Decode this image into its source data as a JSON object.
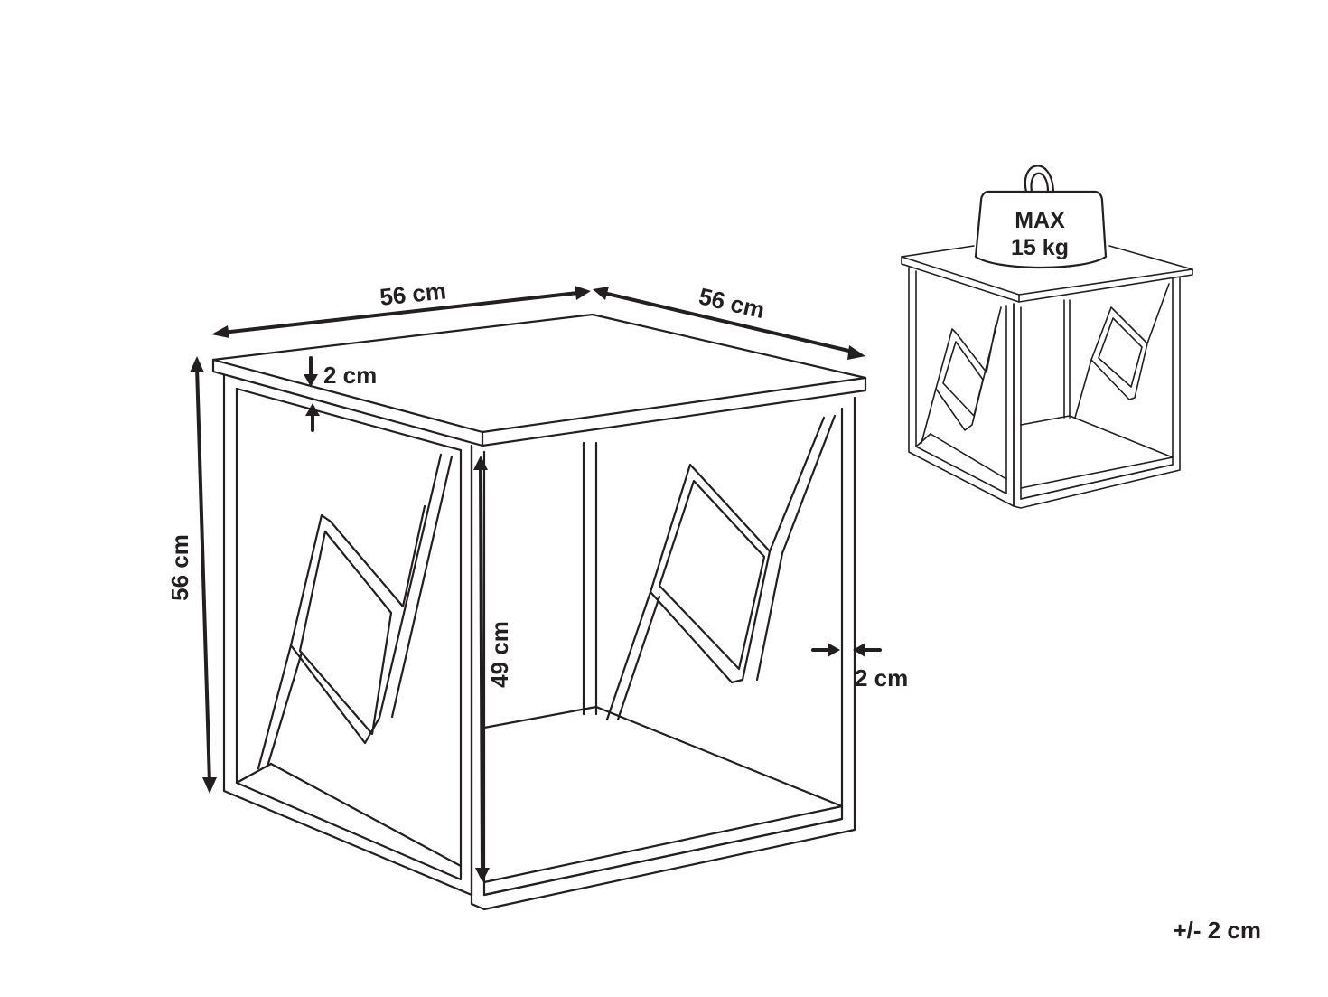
{
  "dimensions": {
    "width_top": "56 cm",
    "depth_top": "56 cm",
    "height_total": "56 cm",
    "top_thickness": "2 cm",
    "inner_height": "49 cm",
    "frame_thickness": "2 cm"
  },
  "load": {
    "line1": "MAX",
    "line2": "15 kg"
  },
  "tolerance": "+/- 2 cm"
}
